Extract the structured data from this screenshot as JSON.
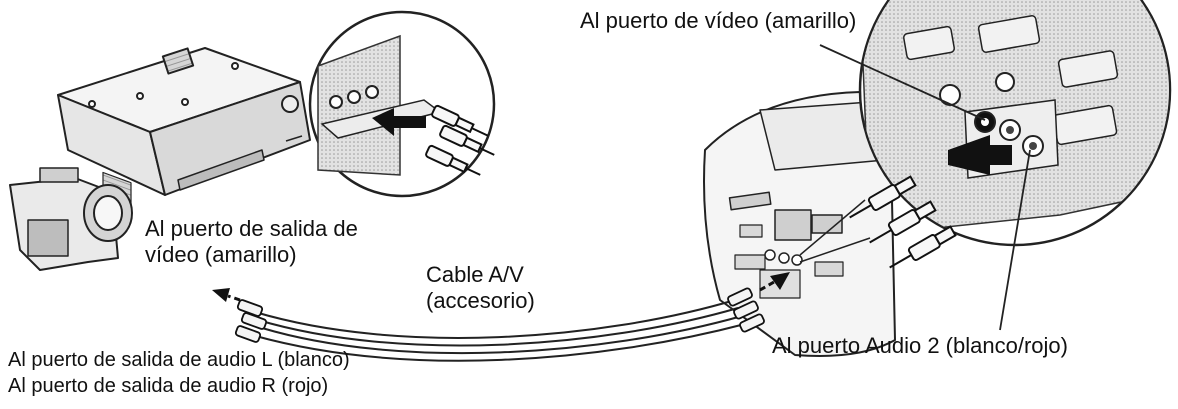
{
  "labels": {
    "video_port_projector": "Al puerto de vídeo (amarillo)",
    "video_out": "Al puerto de salida de\nvídeo (amarillo)",
    "cable": "Cable A/V\n(accesorio)",
    "audio2": "Al puerto Audio 2 (blanco/rojo)",
    "audio_l": "Al puerto de salida de audio L (blanco)",
    "audio_r": "Al puerto de salida de audio R (rojo)"
  }
}
